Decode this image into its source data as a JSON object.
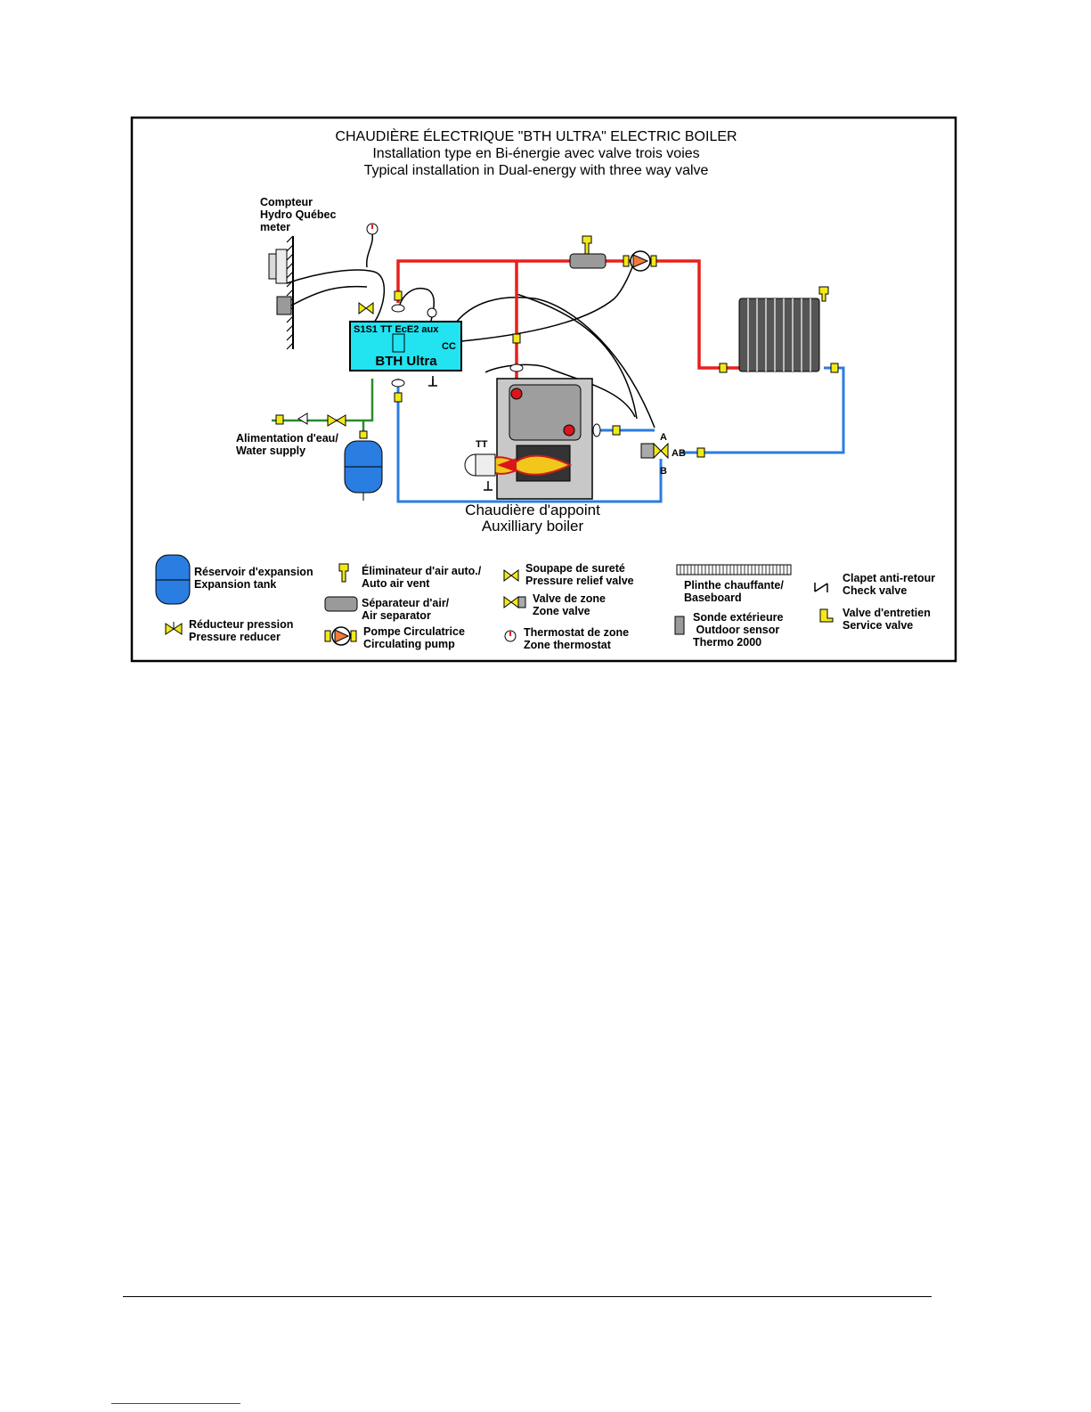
{
  "diagram": {
    "title": {
      "line1": "CHAUDIÈRE ÉLECTRIQUE \"BTH ULTRA\" ELECTRIC BOILER",
      "line2": "Installation type en Bi-énergie avec valve trois voies",
      "line3": "Typical installation in Dual-energy with three way valve"
    },
    "meter": {
      "line1": "Compteur",
      "line2": "Hydro Québec",
      "line3": "meter"
    },
    "bth": {
      "name": "BTH Ultra",
      "terminals": "S1S1  TT  EcE2  aux",
      "cc": "CC"
    },
    "water_supply": {
      "line1": "Alimentation d'eau/",
      "line2": "Water supply"
    },
    "aux_boiler": {
      "line1": "Chaudière d'appoint",
      "line2": "Auxilliary boiler",
      "tt": "TT"
    },
    "three_way_valve": {
      "port_a": "A",
      "port_ab": "AB",
      "port_b": "B"
    },
    "colors": {
      "supply": "#e8201c",
      "return": "#2a7de1",
      "cold_water": "#2c8a2c",
      "bth_body": "#22e3f0",
      "expansion_tank": "#2a7de1"
    }
  },
  "legend": [
    {
      "icon": "expansion-tank-icon",
      "fr": "Réservoir d'expansion",
      "en": "Expansion tank"
    },
    {
      "icon": "pressure-reducer-icon",
      "fr": "Réducteur pression",
      "en": "Pressure reducer"
    },
    {
      "icon": "auto-air-vent-icon",
      "fr": "Éliminateur d'air auto./",
      "en": "Auto air vent"
    },
    {
      "icon": "air-separator-icon",
      "fr": "Séparateur d'air/",
      "en": "Air separator"
    },
    {
      "icon": "circulating-pump-icon",
      "fr": "Pompe Circulatrice",
      "en": "Circulating pump"
    },
    {
      "icon": "pressure-relief-valve-icon",
      "fr": "Soupape de sureté",
      "en": "Pressure relief valve"
    },
    {
      "icon": "zone-valve-icon",
      "fr": "Valve de zone",
      "en": "Zone valve"
    },
    {
      "icon": "zone-thermostat-icon",
      "fr": "Thermostat de zone",
      "en": "Zone thermostat"
    },
    {
      "icon": "baseboard-icon",
      "fr": "Plinthe chauffante/",
      "en": "Baseboard"
    },
    {
      "icon": "outdoor-sensor-icon",
      "fr": "Sonde extérieure",
      "en": " Outdoor sensor",
      "extra": "Thermo 2000"
    },
    {
      "icon": "check-valve-icon",
      "fr": "Clapet anti-retour",
      "en": "Check valve"
    },
    {
      "icon": "service-valve-icon",
      "fr": "Valve d'entretien",
      "en": "Service valve"
    }
  ]
}
